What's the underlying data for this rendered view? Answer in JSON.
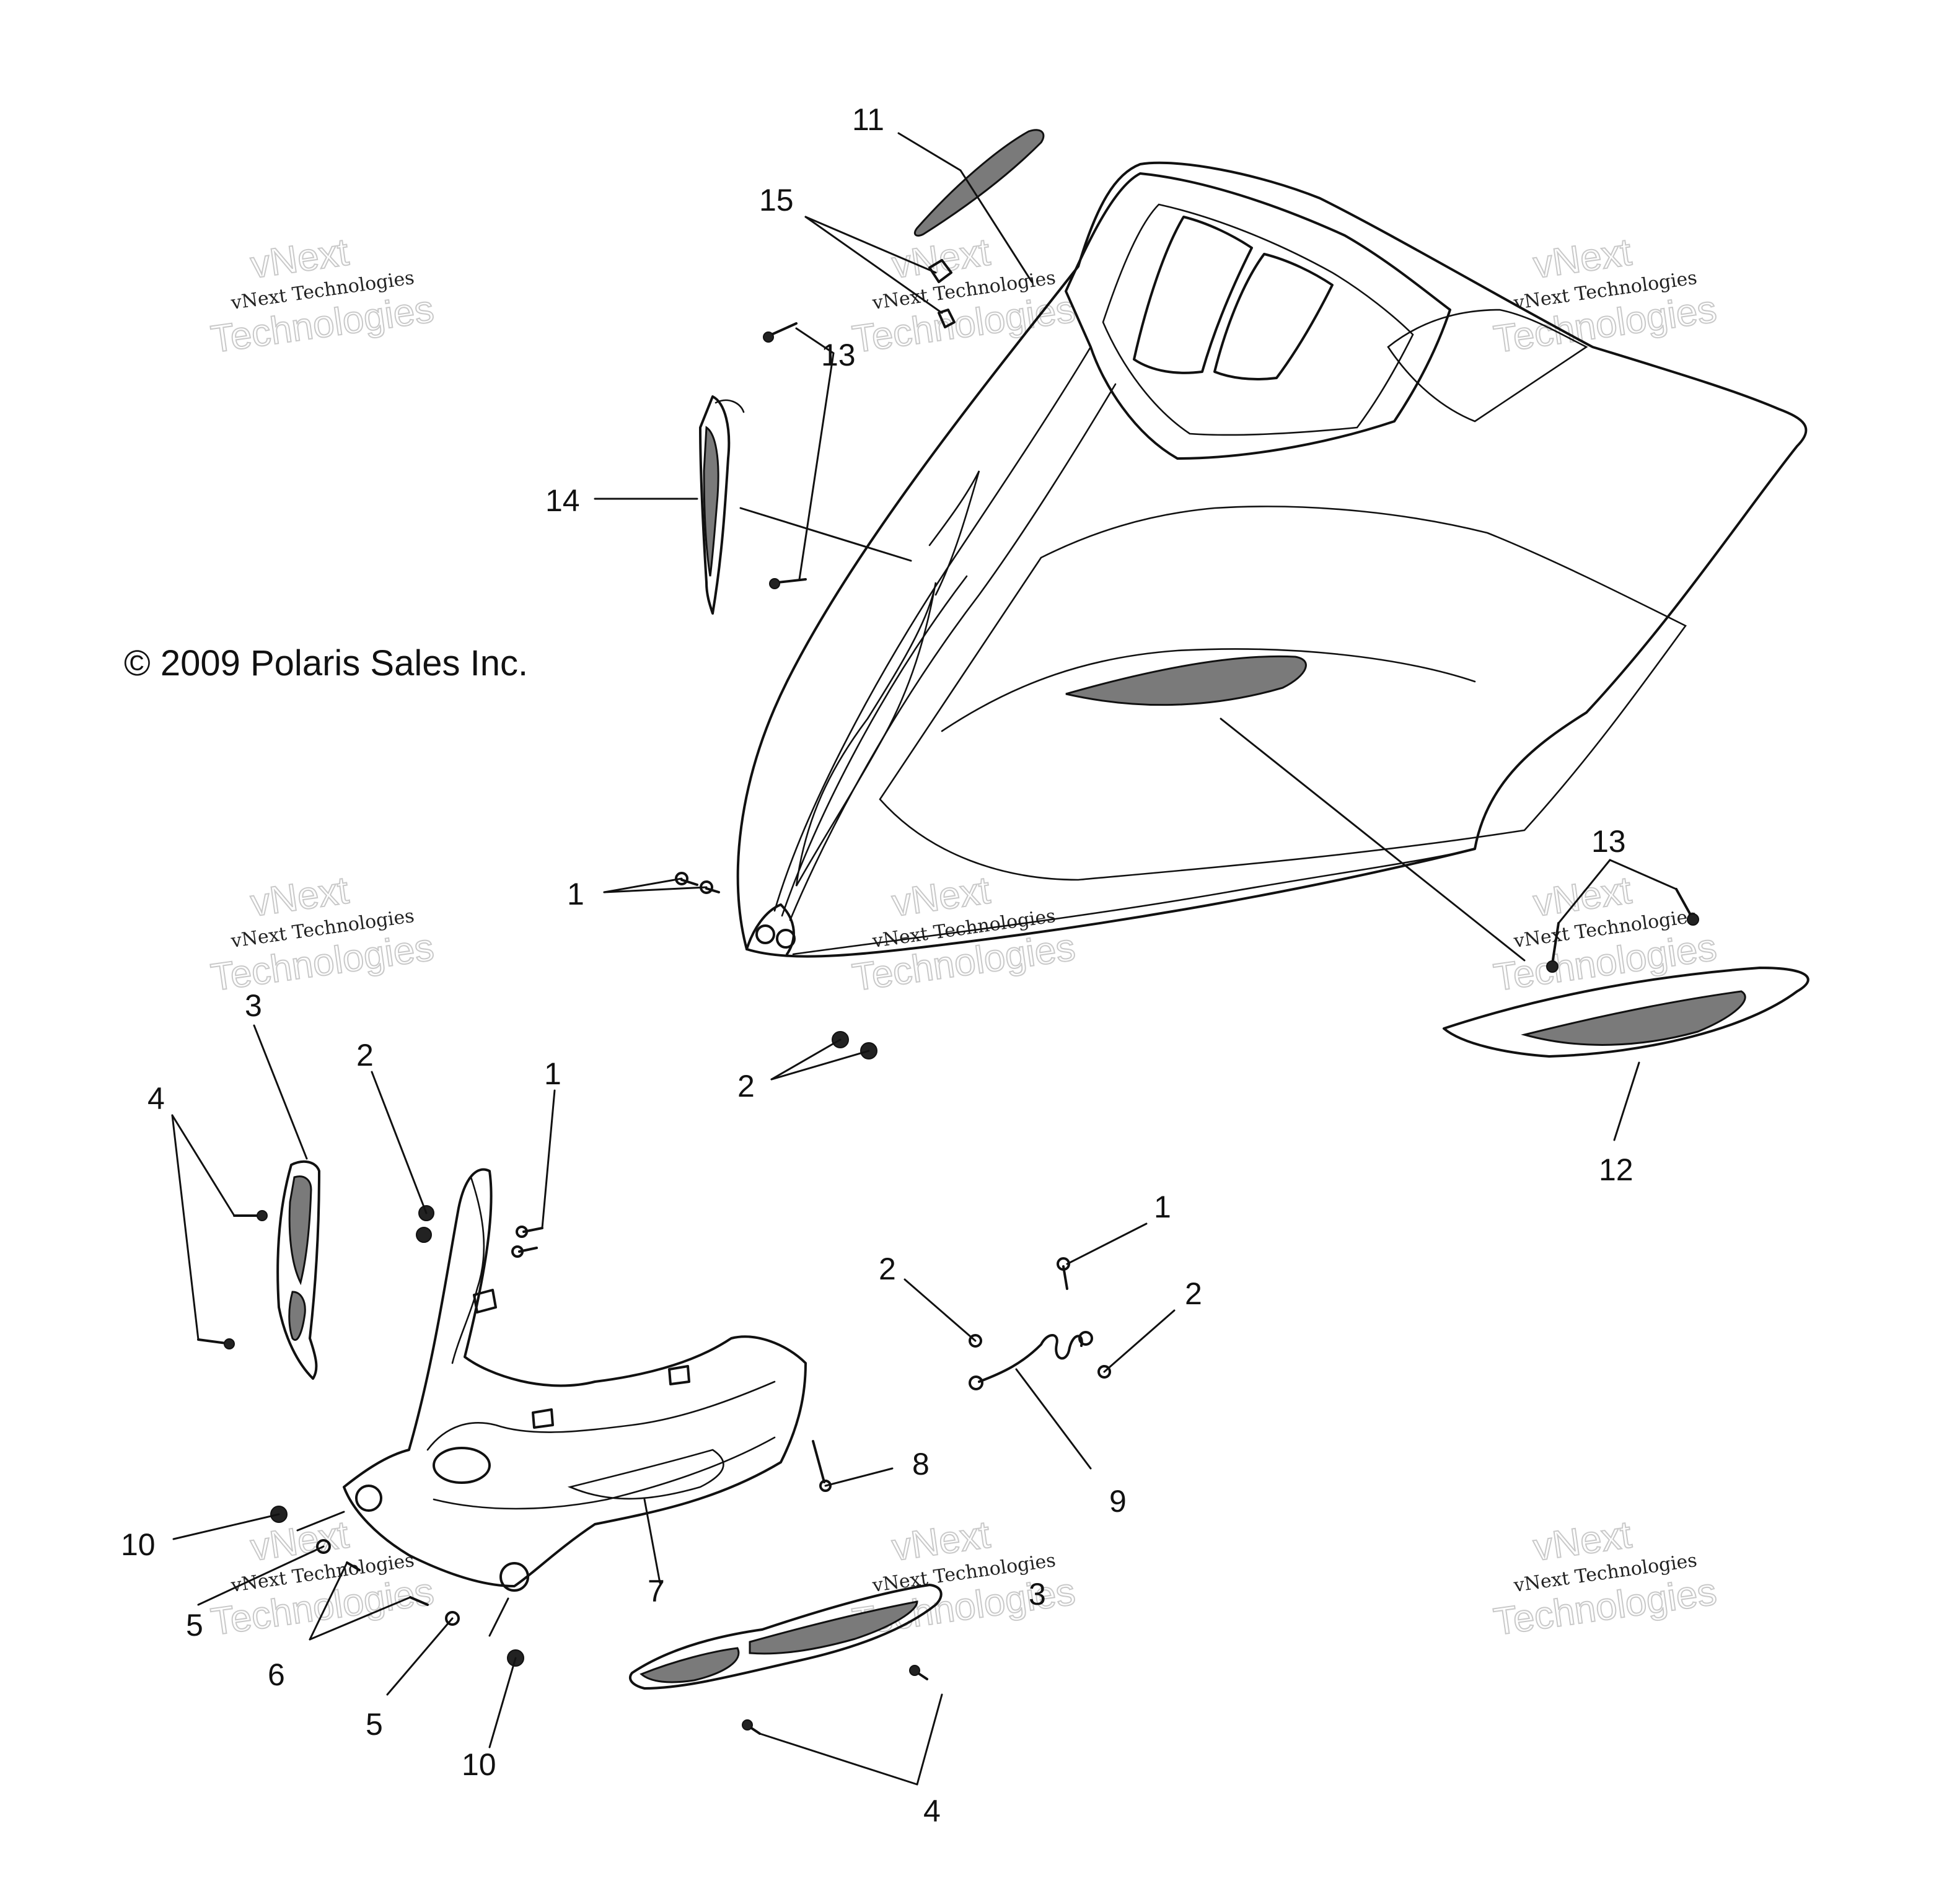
{
  "diagram": {
    "copyright": "© 2009 Polaris Sales Inc.",
    "watermark": {
      "line1": "vNext Technologies",
      "ghost_word": "vNext",
      "ghost_line2": "Technologies"
    },
    "callouts": [
      {
        "id": "c11",
        "label": "11"
      },
      {
        "id": "c15",
        "label": "15"
      },
      {
        "id": "c13a",
        "label": "13"
      },
      {
        "id": "c14",
        "label": "14"
      },
      {
        "id": "c1a",
        "label": "1"
      },
      {
        "id": "c13b",
        "label": "13"
      },
      {
        "id": "c3a",
        "label": "3"
      },
      {
        "id": "c4a",
        "label": "4"
      },
      {
        "id": "c2a",
        "label": "2"
      },
      {
        "id": "c1b",
        "label": "1"
      },
      {
        "id": "c2b",
        "label": "2"
      },
      {
        "id": "c12",
        "label": "12"
      },
      {
        "id": "c1c",
        "label": "1"
      },
      {
        "id": "c2c",
        "label": "2"
      },
      {
        "id": "c2d",
        "label": "2"
      },
      {
        "id": "c8",
        "label": "8"
      },
      {
        "id": "c9",
        "label": "9"
      },
      {
        "id": "c10a",
        "label": "10"
      },
      {
        "id": "c7",
        "label": "7"
      },
      {
        "id": "c3b",
        "label": "3"
      },
      {
        "id": "c5a",
        "label": "5"
      },
      {
        "id": "c6",
        "label": "6"
      },
      {
        "id": "c5b",
        "label": "5"
      },
      {
        "id": "c10b",
        "label": "10"
      },
      {
        "id": "c4b",
        "label": "4"
      }
    ]
  }
}
